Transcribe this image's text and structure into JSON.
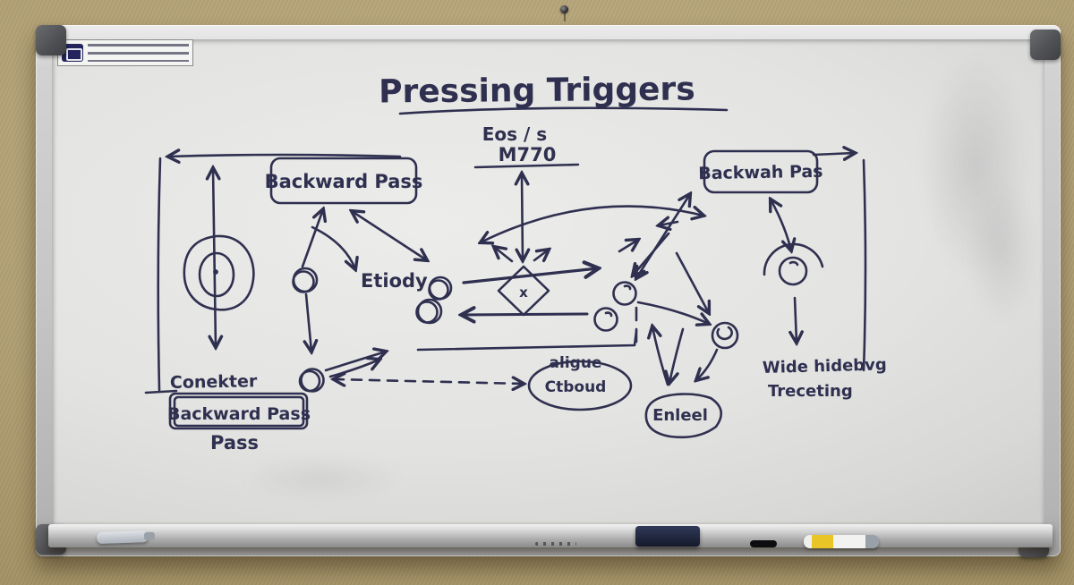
{
  "colors": {
    "ink": "#2f2f50",
    "wall": "#b2a075",
    "board": "#e3e3e1",
    "frame_aluminum": "#c9c9c9",
    "eraser_navy": "#1d2338",
    "marker_yellow": "#e9c528"
  },
  "diagram": {
    "title": "Pressing Triggers",
    "subtitle": {
      "line1": "Eos / s",
      "line2": "M770"
    },
    "boxes": {
      "top_left": "Backward Pass",
      "top_right": "Backwah Pas",
      "bottom_left": "Backward Pass",
      "bottom_left_caption": "Pass"
    },
    "labels": {
      "etiody": "Etiody",
      "conekter": "Conekter",
      "center_oval_line1": "aligue",
      "center_oval_line2": "Ctboud",
      "enleel": "Enleel",
      "wide_line1": "Wide hidebvg",
      "wide_line2": "Treceting",
      "diamond": "x"
    }
  }
}
